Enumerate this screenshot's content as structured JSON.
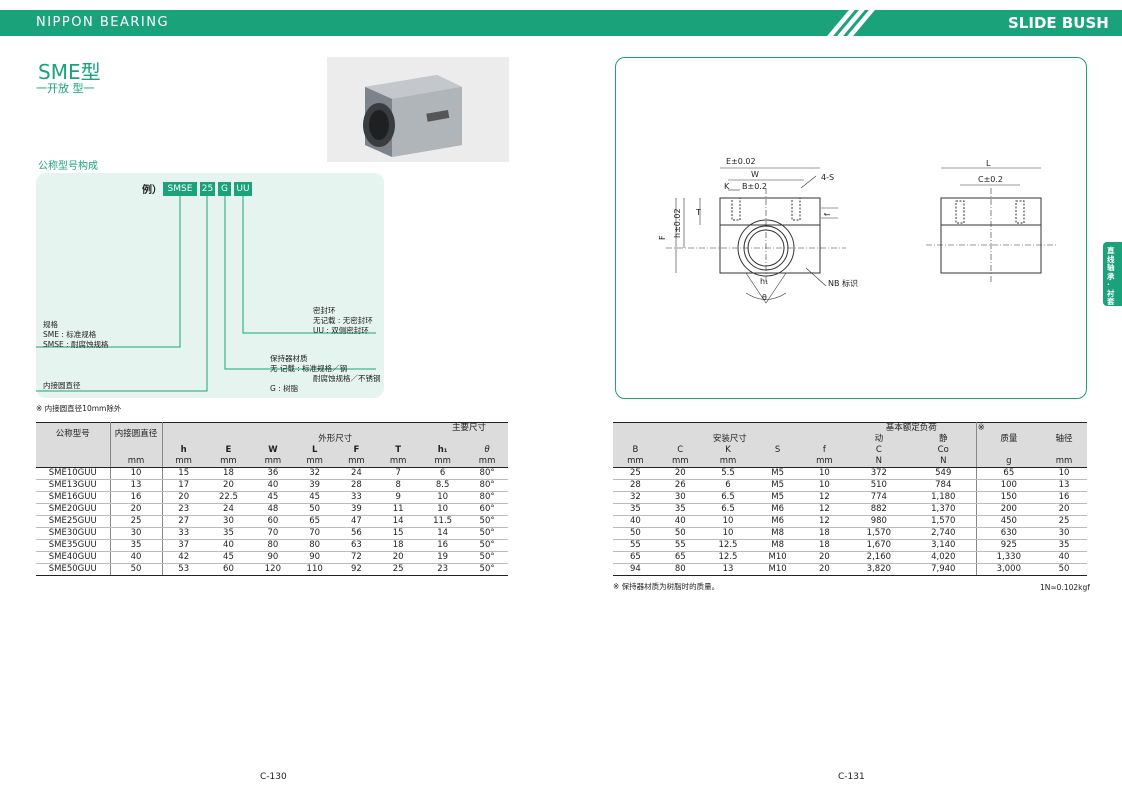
{
  "header": {
    "brand": "NIPPON BEARING",
    "category": "SLIDE BUSH"
  },
  "product": {
    "title": "SME型",
    "subtitle": "一开放 型一"
  },
  "nomenclature": {
    "section_title": "公称型号构成",
    "example_label": "例）",
    "codes": [
      "SMSE",
      "25",
      "G",
      "UU"
    ],
    "spec_text": [
      "规格",
      "SME : 标准规格",
      "SMSE : 耐腐蚀规格"
    ],
    "bore_text": "内接圆直径",
    "seal_text": [
      "密封环",
      "无记载 : 无密封环",
      "UU : 双侧密封环"
    ],
    "retainer_text": [
      "保持器材质",
      "无 记载 : 标准规格／钢",
      "耐腐蚀规格／不锈钢",
      "G : 树脂"
    ],
    "footnote": "※ 内接圆直径10mm除外"
  },
  "main_table": {
    "main_dims_label": "主要尺寸",
    "col_model": "公称型号",
    "col_bore": "内接圆直径",
    "col_outer": "外形尺寸",
    "cols": [
      "h",
      "E",
      "W",
      "L",
      "F",
      "T",
      "h₁",
      "θ"
    ],
    "units": [
      "mm",
      "mm",
      "mm",
      "mm",
      "mm",
      "mm",
      "mm",
      "mm"
    ],
    "rows": [
      [
        "SME10GUU",
        "10",
        "15",
        "18",
        "36",
        "32",
        "24",
        "7",
        "6",
        "80°"
      ],
      [
        "SME13GUU",
        "13",
        "17",
        "20",
        "40",
        "39",
        "28",
        "8",
        "8.5",
        "80°"
      ],
      [
        "SME16GUU",
        "16",
        "20",
        "22.5",
        "45",
        "45",
        "33",
        "9",
        "10",
        "80°"
      ],
      [
        "SME20GUU",
        "20",
        "23",
        "24",
        "48",
        "50",
        "39",
        "11",
        "10",
        "60°"
      ],
      [
        "SME25GUU",
        "25",
        "27",
        "30",
        "60",
        "65",
        "47",
        "14",
        "11.5",
        "50°"
      ],
      [
        "SME30GUU",
        "30",
        "33",
        "35",
        "70",
        "70",
        "56",
        "15",
        "14",
        "50°"
      ],
      [
        "SME35GUU",
        "35",
        "37",
        "40",
        "80",
        "80",
        "63",
        "18",
        "16",
        "50°"
      ],
      [
        "SME40GUU",
        "40",
        "42",
        "45",
        "90",
        "90",
        "72",
        "20",
        "19",
        "50°"
      ],
      [
        "SME50GUU",
        "50",
        "53",
        "60",
        "120",
        "110",
        "92",
        "25",
        "23",
        "50°"
      ]
    ]
  },
  "right_table": {
    "col_mount": "安装尺寸",
    "col_load": "基本额定负荷",
    "load_dyn": "动",
    "load_static": "静",
    "col_mass": "质量",
    "col_shaft": "轴径",
    "mass_mark": "※",
    "cols": [
      "B",
      "C",
      "K",
      "S",
      "f",
      "C",
      "Co",
      "",
      ""
    ],
    "units": [
      "mm",
      "mm",
      "mm",
      "",
      "mm",
      "N",
      "N",
      "g",
      "mm"
    ],
    "rows": [
      [
        "25",
        "20",
        "5.5",
        "M5",
        "10",
        "372",
        "549",
        "65",
        "10"
      ],
      [
        "28",
        "26",
        "6",
        "M5",
        "10",
        "510",
        "784",
        "100",
        "13"
      ],
      [
        "32",
        "30",
        "6.5",
        "M5",
        "12",
        "774",
        "1,180",
        "150",
        "16"
      ],
      [
        "35",
        "35",
        "6.5",
        "M6",
        "12",
        "882",
        "1,370",
        "200",
        "20"
      ],
      [
        "40",
        "40",
        "10",
        "M6",
        "12",
        "980",
        "1,570",
        "450",
        "25"
      ],
      [
        "50",
        "50",
        "10",
        "M8",
        "18",
        "1,570",
        "2,740",
        "630",
        "30"
      ],
      [
        "55",
        "55",
        "12.5",
        "M8",
        "18",
        "1,670",
        "3,140",
        "925",
        "35"
      ],
      [
        "65",
        "65",
        "12.5",
        "M10",
        "20",
        "2,160",
        "4,020",
        "1,330",
        "40"
      ],
      [
        "94",
        "80",
        "13",
        "M10",
        "20",
        "3,820",
        "7,940",
        "3,000",
        "50"
      ]
    ],
    "footnote": "※ 保持器材质为树脂时的质量。",
    "conversion": "1N≈0.102kgf"
  },
  "drawing": {
    "labels": {
      "E": "E±0.02",
      "W": "W",
      "K": "K",
      "B": "B±0.2",
      "S": "4-S",
      "T": "T",
      "h": "h±0.02",
      "F": "F",
      "f": "f",
      "h1": "h₁",
      "theta": "θ",
      "nb": "NB 标识",
      "L": "L",
      "C": "C±0.2"
    }
  },
  "side_tab": "直线轴承 · 衬套",
  "pages": {
    "left": "C-130",
    "right": "C-131"
  }
}
